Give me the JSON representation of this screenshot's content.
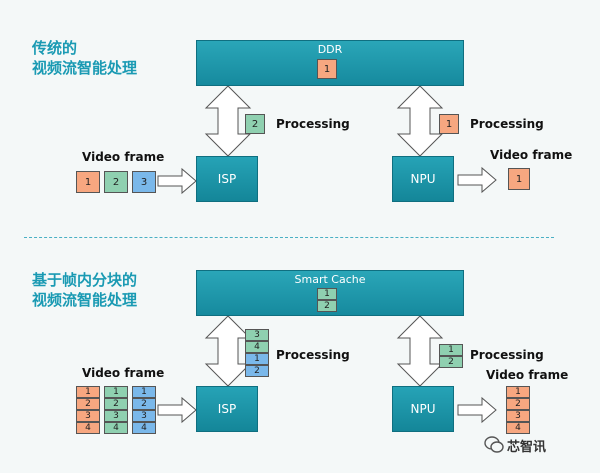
{
  "top": {
    "heading_line1": "传统的",
    "heading_line2": "视频流智能处理",
    "memory_label": "DDR",
    "memory_tile": "1",
    "isp_label": "ISP",
    "npu_label": "NPU",
    "input_label": "Video frame",
    "output_label": "Video frame",
    "input_frames": [
      "1",
      "2",
      "3"
    ],
    "isp_processing_label": "Processing",
    "isp_processing_tile": "2",
    "npu_processing_label": "Processing",
    "npu_processing_tile": "1",
    "output_frame": "1"
  },
  "bottom": {
    "heading_line1": "基于帧内分块的",
    "heading_line2": "视频流智能处理",
    "memory_label": "Smart Cache",
    "memory_tiles": [
      "1",
      "2"
    ],
    "isp_label": "ISP",
    "npu_label": "NPU",
    "input_label": "Video frame",
    "output_label": "Video frame",
    "input_frames": [
      [
        "1",
        "2",
        "3",
        "4"
      ],
      [
        "1",
        "2",
        "3",
        "4"
      ],
      [
        "1",
        "2",
        "3",
        "4"
      ]
    ],
    "isp_processing_label": "Processing",
    "isp_processing_tiles": [
      "3",
      "4",
      "1",
      "2"
    ],
    "npu_processing_label": "Processing",
    "npu_processing_tiles": [
      "1",
      "2"
    ],
    "output_tiles": [
      "1",
      "2",
      "3",
      "4"
    ]
  },
  "watermark": "芯智讯",
  "colors": {
    "frame1": "#f7a780",
    "frame2": "#8fd0b0",
    "frame3": "#7ab8ea",
    "unit": "#1a95a8",
    "heading": "#1a9ab3"
  }
}
